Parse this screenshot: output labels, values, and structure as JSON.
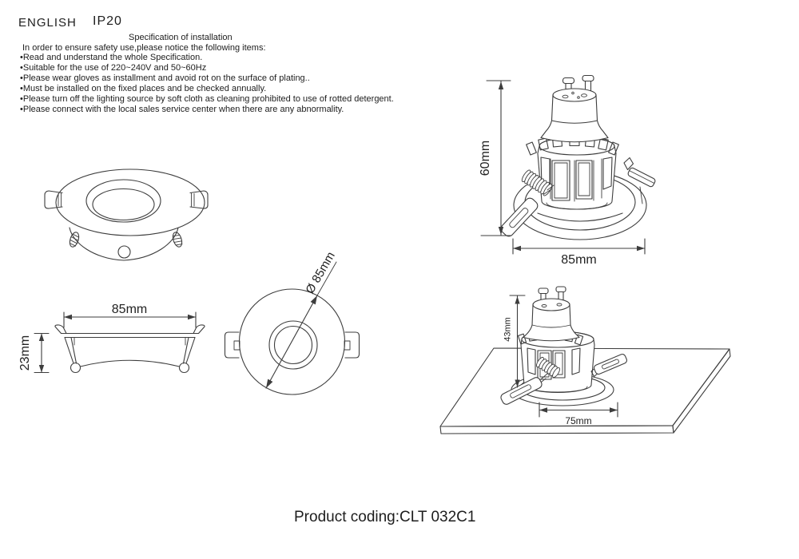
{
  "header": {
    "language": "ENGLISH",
    "ip_rating": "IP20"
  },
  "spec": {
    "title": "Specification of installation",
    "intro": "In order to ensure safety use,please notice the following items:",
    "bullet": "•",
    "items": [
      "Read and understand the whole Specification.",
      "Suitable for the use of 220~240V and 50~60Hz",
      "Please wear gloves as installment and avoid rot on the surface of plating..",
      "Must be installed on the fixed places and be checked annually.",
      "Please turn off the lighting source by soft cloth as cleaning prohibited to use of rotted detergent.",
      "Please connect with the local sales service center when there are any abnormality."
    ]
  },
  "drawings": {
    "ring_side": {
      "width": "85mm",
      "height": "23mm"
    },
    "ring_top": {
      "diameter": "Ø 85mm"
    },
    "fixture": {
      "height": "60mm",
      "width": "85mm"
    },
    "installed": {
      "depth": "43mm",
      "cutout": "75mm"
    }
  },
  "footer": {
    "product_coding": "Product coding:CLT 032C1"
  },
  "colors": {
    "line": "#3d3d3d",
    "text": "#1d1d1d",
    "background": "#ffffff"
  }
}
